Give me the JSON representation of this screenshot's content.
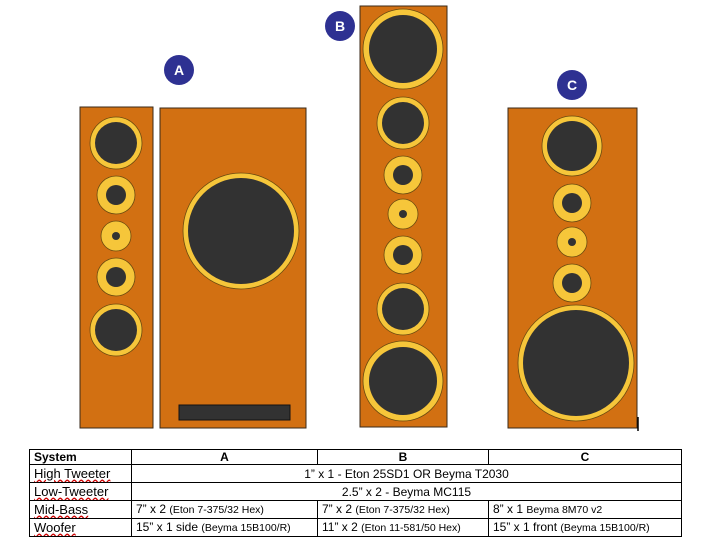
{
  "labels": {
    "a": "A",
    "b": "B",
    "c": "C"
  },
  "colors": {
    "cabinet": "#d27012",
    "cabinet_edge": "#3a2a18",
    "ring": "#f6c63a",
    "cone": "#323232",
    "badge": "#2e3192"
  },
  "table": {
    "headers": [
      "System",
      "A",
      "B",
      "C"
    ],
    "rows": [
      {
        "label": "High Tweeter",
        "span": "1” x 1 - Eton 25SD1 OR Beyma T2030"
      },
      {
        "label": "Low-Tweeter",
        "span": "2.5” x 2 - Beyma MC115"
      },
      {
        "label": "Mid-Bass",
        "a": {
          "main": "7” x 2 ",
          "detail": "(Eton 7-375/32 Hex)"
        },
        "b": {
          "main": "7” x 2 ",
          "detail": "(Eton 7-375/32 Hex)"
        },
        "c": {
          "main": "8” x 1 ",
          "detail": "Beyma 8M70 v2"
        }
      },
      {
        "label": "Woofer",
        "a": {
          "main": "15” x 1 side ",
          "detail": "(Beyma 15B100/R)"
        },
        "b": {
          "main": "11” x 2 ",
          "detail": "(Eton 11-581/50 Hex)"
        },
        "c": {
          "main": "15” x 1 front ",
          "detail": "(Beyma 15B100/R)"
        }
      }
    ]
  }
}
